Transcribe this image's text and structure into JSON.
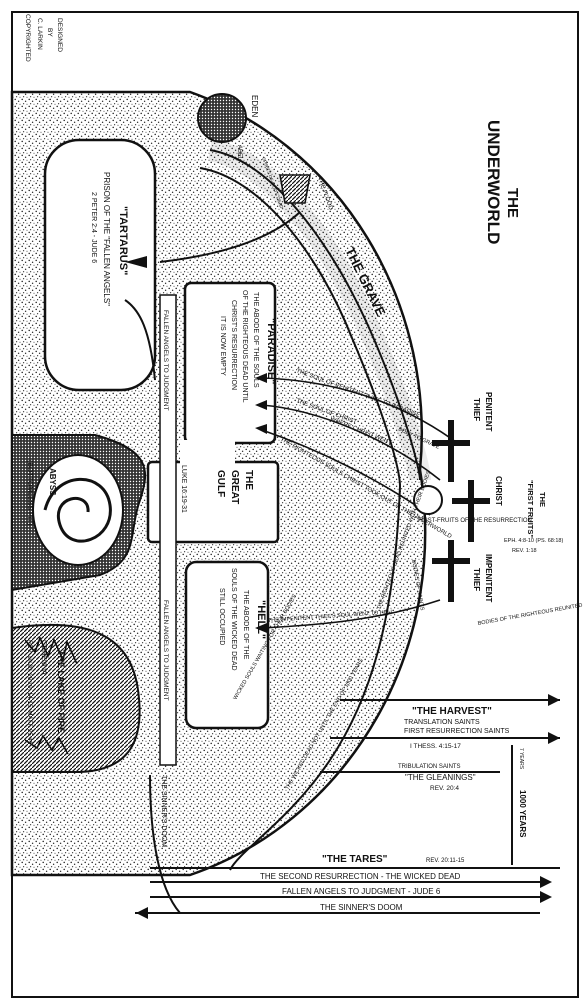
{
  "title": [
    "THE",
    "UNDERWORLD"
  ],
  "copyright": [
    "DESIGNED",
    "BY",
    "C. LARKIN",
    "COPYRIGHTED"
  ],
  "top_labels": {
    "eden": "EDEN",
    "abel": "ABEL",
    "flood": "THE FLOOD",
    "spirits": "SPIRITS OF GOD'S DEAD"
  },
  "regions": {
    "tartarus": [
      "\"TARTARUS\"",
      "PRISON OF THE \"FALLEN ANGELS\"",
      "2 PETER 2:4 - JUDE 6"
    ],
    "paradise": [
      "\"PARADISE\"",
      "THE ABODE OF THE SOULS",
      "OF THE RIGHTEOUS DEAD UNTIL",
      "CHRIST'S RESURRECTION",
      "IT IS NOW EMPTY"
    ],
    "gulf": [
      "THE",
      "GREAT",
      "GULF",
      "LUKE 16:19-31"
    ],
    "hell": [
      "\"HELL\"",
      "THE ABODE OF THE",
      "SOULS OF THE WICKED DEAD",
      "STILL OCCUPIED"
    ],
    "abyss": [
      "ABYSS",
      "(BOTTOMLESS PIT)"
    ],
    "lake": [
      "THE LAKE OF FIRE",
      "GEHENNA",
      "REV. 19:20; 20:10, 14-15; MATT. 25:41"
    ]
  },
  "paths": {
    "grave": "THE GRAVE",
    "fallen_angels": "FALLEN ANGELS TO JUDGMENT",
    "sinners_doom": "THE SINNER'S DOOM",
    "penitent_soul": "THE SOUL OF PENITENT THIEF TO PARADISE",
    "christ_soul": "THE SOUL OF CHRIST",
    "christ_went": "WHERE CHRIST WENT",
    "righteous_souls": "THE RIGHTEOUS SOULS CHRIST TOOK OUT OF THE UNDERWORLD",
    "impenitent_soul": "THE IMPENITENT THIEF'S SOUL WENT TO HELL",
    "wicked_souls": "WICKED SOULS WAITING FOR THEIR BODIES",
    "wicked_dead": "THE WICKED DEAD NOT UNTIL THE END OF 1000 YEARS",
    "righteous_bodies": "THE RIGHTEOUS DEAD REUNITED WITH THEIR BODIES",
    "body_to_grave": "BODY TO GRAVE",
    "bodies_to_graves": "BODIES OF SAINTS",
    "righteous_outside": "BODIES OF THE RIGHTEOUS REUNITED"
  },
  "crosses": {
    "penitent": [
      "PENITENT",
      "THIEF"
    ],
    "christ": "CHRIST",
    "impenitent": [
      "IMPENITENT",
      "THIEF"
    ],
    "first_fruits": [
      "THE",
      "\"FIRST FRUITS\""
    ],
    "resurrection": "FIRST-FRUITS OF THE RESURRECTION",
    "eph": [
      "EPH. 4:8-10 (PS. 68:18)",
      "REV. 1:18"
    ]
  },
  "bottom": {
    "harvest": "\"THE HARVEST\"",
    "translation": "TRANSLATION SAINTS",
    "first_resurrection": "FIRST RESURRECTION SAINTS",
    "thess": "I THESS. 4:15-17",
    "tribulation": "TRIBULATION SAINTS",
    "gleanings": "\"THE GLEANINGS\"",
    "rev20": "REV. 20:4",
    "years": "1000 YEARS",
    "years_small": "7 YEARS",
    "tares": "\"THE TARES\"",
    "tares_ref": "REV. 20:11-15",
    "second_res": "THE SECOND RESURRECTION - THE WICKED DEAD",
    "fallen_judgment": "FALLEN ANGELS TO JUDGMENT - JUDE 6",
    "sinners_doom": "THE SINNER'S DOOM"
  }
}
